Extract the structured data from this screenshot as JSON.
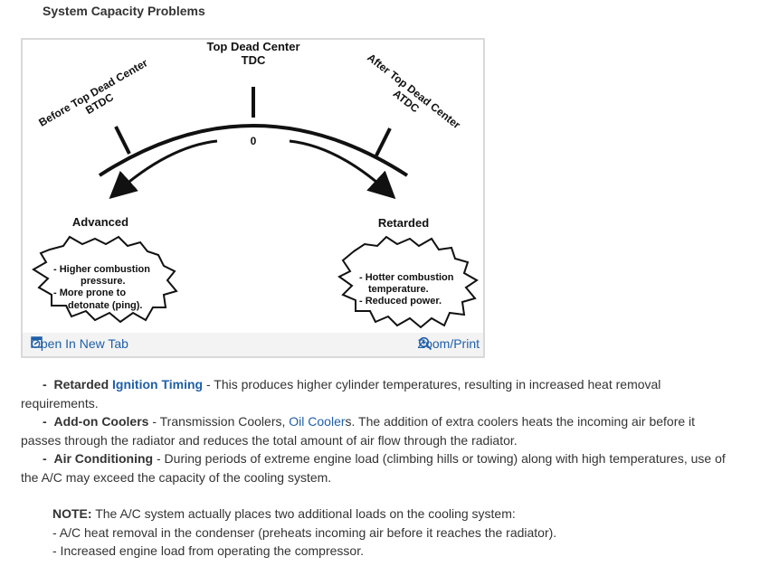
{
  "section": {
    "title": "System Capacity Problems"
  },
  "diagram": {
    "tdc_title": "Top Dead Center",
    "tdc_abbr": "TDC",
    "btdc_title": "Before Top Dead Center",
    "btdc_abbr": "BTDC",
    "atdc_title": "After Top Dead Center",
    "atdc_abbr": "ATDC",
    "zero_label": "0",
    "advanced_label": "Advanced",
    "retarded_label": "Retarded",
    "advanced_bubble": [
      "- Higher combustion",
      "pressure.",
      "- More prone to",
      "detonate (ping)."
    ],
    "retarded_bubble": [
      "- Hotter combustion",
      "temperature.",
      "- Reduced power."
    ]
  },
  "toolbar": {
    "open_tab_label": "Open In New Tab",
    "zoom_label": "Zoom/Print"
  },
  "content": {
    "item1": {
      "bullet": "-",
      "lead": "Retarded",
      "link": "Ignition Timing",
      "text": " - This produces higher cylinder temperatures, resulting in increased heat removal requirements."
    },
    "item2": {
      "bullet": "-",
      "lead": "Add-on Coolers",
      "pre": " - Transmission Coolers, ",
      "link": "Oil Cooler",
      "text": "s. The addition of extra coolers heats the incoming air before it passes through the radiator and reduces the total amount of air flow through the radiator."
    },
    "item3": {
      "bullet": "-",
      "lead": "Air Conditioning",
      "text": " - During periods of extreme engine load (climbing hills or towing) along with high temperatures, use of the A/C may exceed the capacity of the cooling system."
    },
    "note": {
      "label": "NOTE:",
      "text": " The A/C system actually places two additional loads on the cooling system:",
      "line1": "-  A/C heat removal in the condenser (preheats incoming air before it reaches the radiator).",
      "line2": "-  Increased engine load from operating the compressor."
    }
  }
}
